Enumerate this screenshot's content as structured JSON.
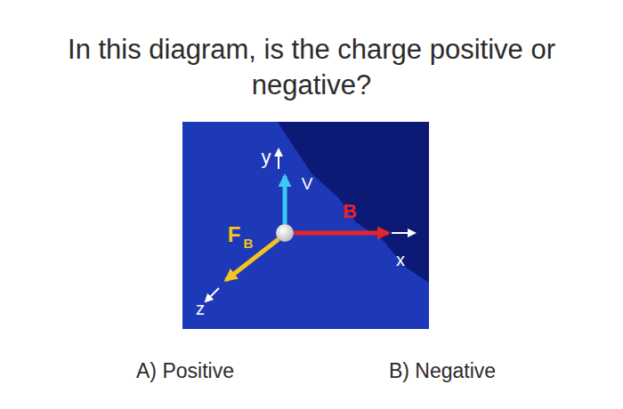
{
  "diagram": {
    "title": "In this diagram, is the charge positive or negative?",
    "labels": [
      "y",
      "V",
      "B",
      "F",
      "B",
      "x",
      "z",
      "A) Positive",
      "B) Negative"
    ]
  }
}
